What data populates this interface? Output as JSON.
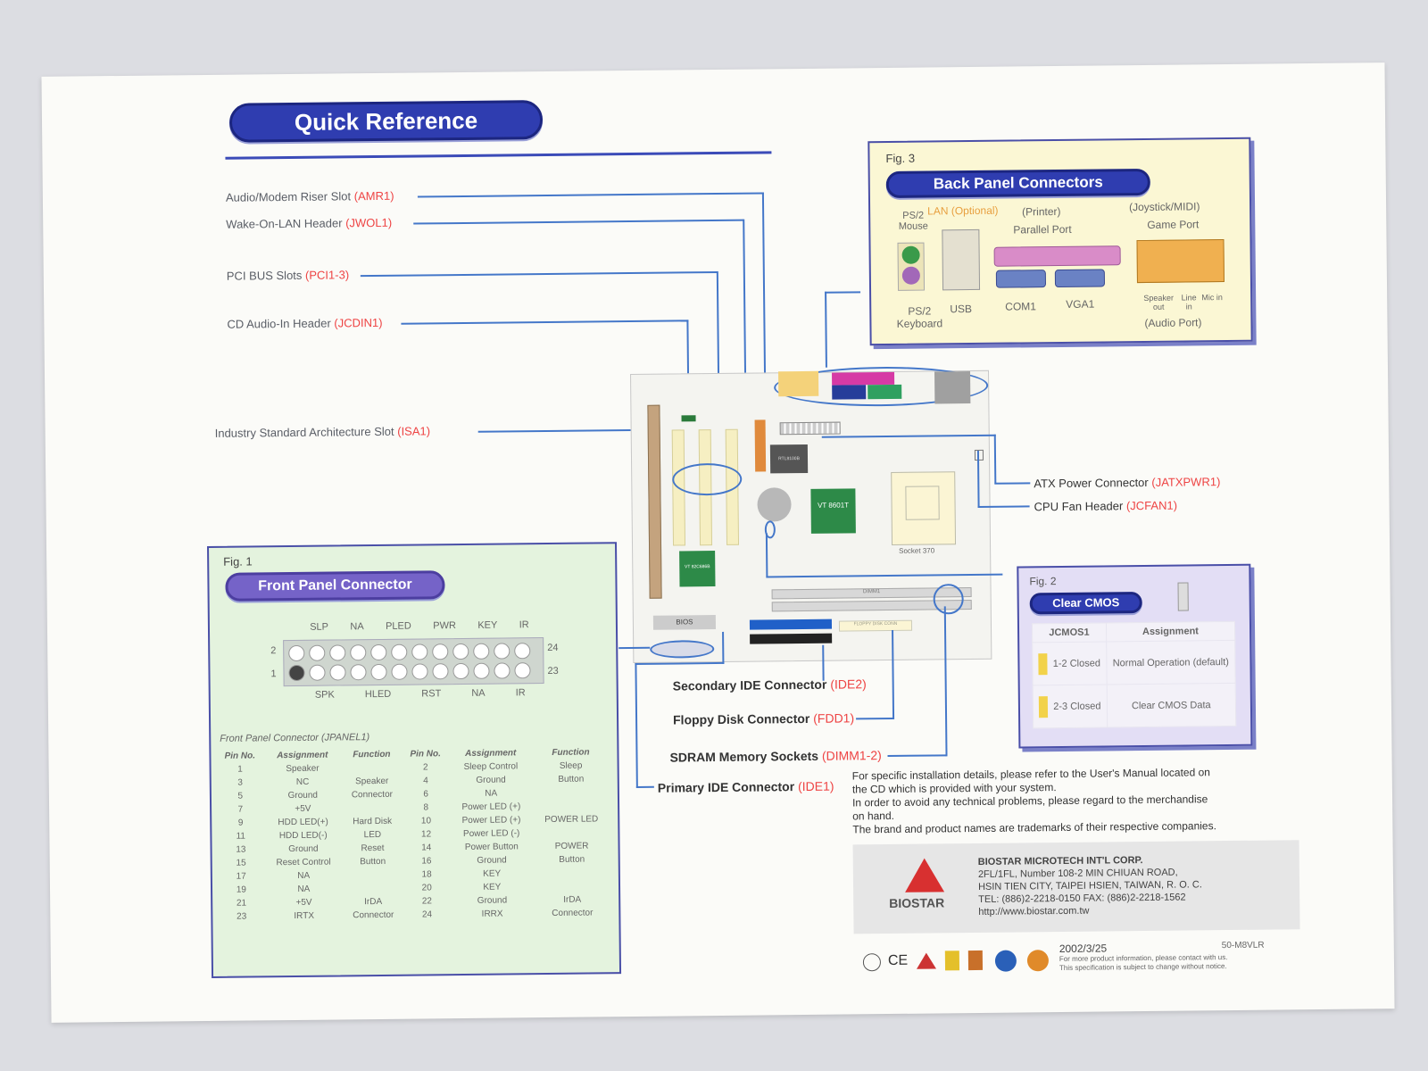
{
  "title": "Quick Reference",
  "left_labels": [
    {
      "text": "Audio/Modem Riser Slot",
      "code": "(AMR1)"
    },
    {
      "text": "Wake-On-LAN Header",
      "code": "(JWOL1)"
    },
    {
      "text": "PCI BUS Slots",
      "code": "(PCI1-3)"
    },
    {
      "text": "CD Audio-In Header",
      "code": "(JCDIN1)"
    },
    {
      "text": "Industry Standard Architecture Slot",
      "code": "(ISA1)"
    }
  ],
  "right_labels": [
    {
      "text": "ATX Power Connector",
      "code": "(JATXPWR1)"
    },
    {
      "text": "CPU Fan Header",
      "code": "(JCFAN1)"
    }
  ],
  "bottom_labels": [
    {
      "text": "Secondary IDE Connector",
      "code": "(IDE2)"
    },
    {
      "text": "Floppy Disk Connector",
      "code": "(FDD1)"
    },
    {
      "text": "SDRAM Memory Sockets",
      "code": "(DIMM1-2)"
    },
    {
      "text": "Primary IDE Connector",
      "code": "(IDE1)"
    }
  ],
  "board": {
    "chip1": "RTL8100B",
    "chip2": "VT 8601T",
    "chip3": "VT 82C686B",
    "socket": "Socket 370",
    "bios": "BIOS",
    "dimm": "DIMM1",
    "fdd": "FLOPPY DISK CONN"
  },
  "fig3": {
    "fig_label": "Fig. 3",
    "title": "Back Panel Connectors",
    "ps2_mouse": "PS/2 Mouse",
    "lan": "LAN (Optional)",
    "printer": "(Printer)",
    "parallel": "Parallel Port",
    "joystick": "(Joystick/MIDI)",
    "game": "Game Port",
    "ps2_kb": "PS/2 Keyboard",
    "usb": "USB",
    "com": "COM1",
    "vga": "VGA1",
    "speaker": "Speaker out",
    "line": "Line in",
    "mic": "Mic in",
    "audio": "(Audio Port)"
  },
  "fig1": {
    "fig_label": "Fig. 1",
    "title": "Front Panel Connector",
    "top_groups": [
      "SLP",
      "NA",
      "PLED",
      "PWR",
      "KEY",
      "IR"
    ],
    "bottom_groups": [
      "SPK",
      "HLED",
      "RST",
      "NA",
      "IR"
    ],
    "pin_left_top": "2",
    "pin_left_bottom": "1",
    "pin_right_top": "24",
    "pin_right_bottom": "23",
    "table_caption": "Front Panel Connector (JPANEL1)",
    "headers": [
      "Pin No.",
      "Assignment",
      "Function",
      "Pin No.",
      "Assignment",
      "Function"
    ],
    "rows": [
      [
        "1",
        "Speaker",
        "",
        "2",
        "Sleep Control",
        "Sleep"
      ],
      [
        "3",
        "NC",
        "Speaker",
        "4",
        "Ground",
        "Button"
      ],
      [
        "5",
        "Ground",
        "Connector",
        "6",
        "NA",
        ""
      ],
      [
        "7",
        "+5V",
        "",
        "8",
        "Power LED (+)",
        ""
      ],
      [
        "9",
        "HDD LED(+)",
        "Hard Disk",
        "10",
        "Power LED (+)",
        "POWER LED"
      ],
      [
        "11",
        "HDD LED(-)",
        "LED",
        "12",
        "Power LED (-)",
        ""
      ],
      [
        "13",
        "Ground",
        "Reset",
        "14",
        "Power Button",
        "POWER"
      ],
      [
        "15",
        "Reset Control",
        "Button",
        "16",
        "Ground",
        "Button"
      ],
      [
        "17",
        "NA",
        "",
        "18",
        "KEY",
        ""
      ],
      [
        "19",
        "NA",
        "",
        "20",
        "KEY",
        ""
      ],
      [
        "21",
        "+5V",
        "IrDA",
        "22",
        "Ground",
        "IrDA"
      ],
      [
        "23",
        "IRTX",
        "Connector",
        "24",
        "IRRX",
        "Connector"
      ]
    ]
  },
  "fig2": {
    "fig_label": "Fig. 2",
    "title": "Clear CMOS",
    "headers": [
      "JCMOS1",
      "Assignment"
    ],
    "rows": [
      [
        "1-2 Closed",
        "Normal Operation (default)"
      ],
      [
        "2-3 Closed",
        "Clear CMOS Data"
      ]
    ]
  },
  "notes": [
    "For specific installation details, please refer to the User's Manual located on",
    "the CD which is provided with your system.",
    "In order to avoid any technical problems, please regard to the merchandise",
    "on hand.",
    "The brand and product names are trademarks of their respective companies."
  ],
  "company": {
    "logo": "BIOSTAR",
    "name": "BIOSTAR MICROTECH INT'L CORP.",
    "addr1": "2FL/1FL, Number 108-2 MIN CHIUAN ROAD,",
    "addr2": "HSIN TIEN CITY, TAIPEI HSIEN, TAIWAN, R. O. C.",
    "tel": "TEL: (886)2-2218-0150 FAX: (886)2-2218-1562",
    "web": "http://www.biostar.com.tw"
  },
  "footer": {
    "date": "2002/3/25",
    "code": "50-M8VLR",
    "line1": "For more product information, please contact with us.",
    "line2": "This specification is subject to change without notice."
  },
  "colors": {
    "pill_blue": "#2f3db0",
    "code_red": "#e44444",
    "line_blue": "#4477c9",
    "fig3_bg": "#fbf7d4",
    "fig1_bg": "#e4f3de",
    "fig2_bg": "#e3def5"
  }
}
